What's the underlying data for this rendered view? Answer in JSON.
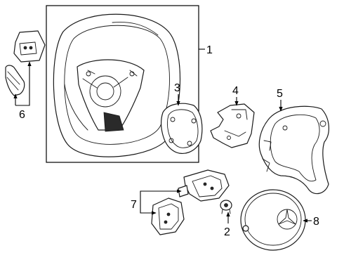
{
  "callouts": {
    "c1": "1",
    "c2": "2",
    "c3": "3",
    "c4": "4",
    "c5": "5",
    "c6": "6",
    "c7": "7",
    "c8": "8"
  },
  "parts": [
    {
      "id": "steering-wheel",
      "callout": "1"
    },
    {
      "id": "trim-screw",
      "callout": "2"
    },
    {
      "id": "contact-ring",
      "callout": "3"
    },
    {
      "id": "mounting-bracket",
      "callout": "4"
    },
    {
      "id": "trim-cover",
      "callout": "5"
    },
    {
      "id": "shift-paddles",
      "callout": "6"
    },
    {
      "id": "wheel-switches",
      "callout": "7"
    },
    {
      "id": "airbag-module",
      "callout": "8"
    }
  ],
  "colors": {
    "line": "#1a1a1a",
    "background": "#ffffff"
  },
  "icons": {
    "emblem": "three-pointed-star-icon"
  }
}
